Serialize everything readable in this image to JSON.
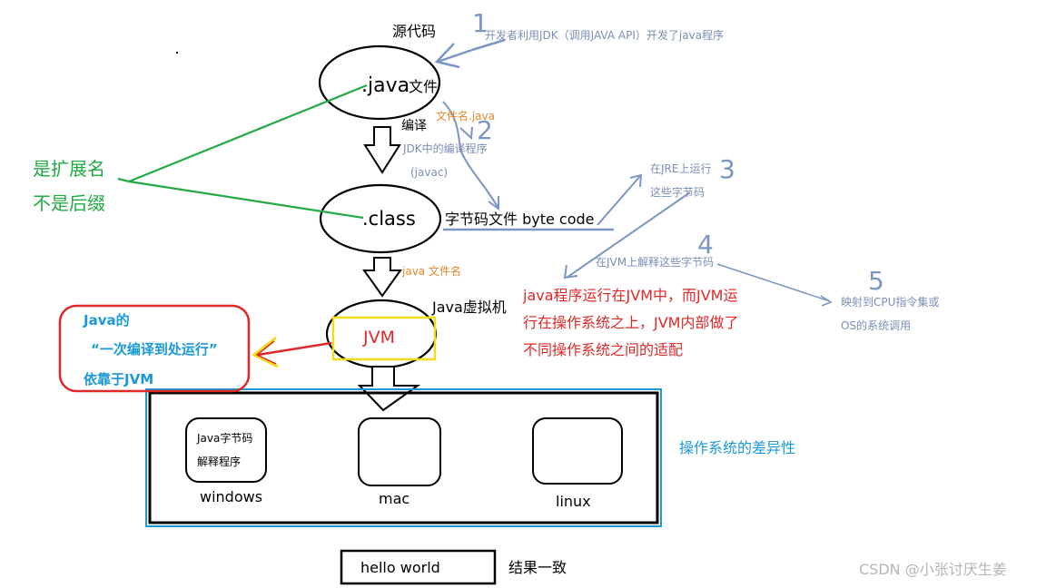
{
  "labels": {
    "source_code": "源代码",
    "note1": "开发者利用JDK（调用JAVA API）开发了java程序",
    "java_file_ext": ".java",
    "java_file_word": "文件",
    "compile": "编译",
    "filename_java": "文件名.java",
    "compiler_line1": "JDK中的编译程序",
    "compiler_line2": "(javac)",
    "class_ext": ".class",
    "bytecode": "字节码文件 byte code",
    "run_on_jre_1": "在JRE上运行",
    "run_on_jre_2": "这些字节码",
    "java_filename": "java 文件名",
    "jvm_interp": "在JVM上解释这些字节码",
    "map_cpu_1": "映射到CPU指令集或",
    "map_cpu_2": "OS的系统调用",
    "jvm_label": "Java虚拟机",
    "jvm_box": "JVM",
    "red_desc_1": "java程序运行在JVM中，而JVM运",
    "red_desc_2": "行在操作系统之上，JVM内部做了",
    "red_desc_3": "不同操作系统之间的适配",
    "ext_note_1": "是扩展名",
    "ext_note_2": "不是后缀",
    "red_box_1": "Java的",
    "red_box_2": "“一次编译到处运行”",
    "red_box_3": "依靠于JVM",
    "win_inner_1": "Java字节码",
    "win_inner_2": "解释程序",
    "os_windows": "windows",
    "os_mac": "mac",
    "os_linux": "linux",
    "os_diff": "操作系统的差异性",
    "hello": "hello world",
    "result_same": "结果一致",
    "watermark": "CSDN @小张讨厌生姜"
  },
  "step_numbers": [
    "1",
    "2",
    "3",
    "4",
    "5"
  ],
  "colors": {
    "blue_note": "#7a8fb8",
    "green": "#22aa44",
    "red": "#e02828",
    "orange": "#e8872b",
    "cyan": "#1a98d8",
    "yellow": "#f2dc1a"
  }
}
